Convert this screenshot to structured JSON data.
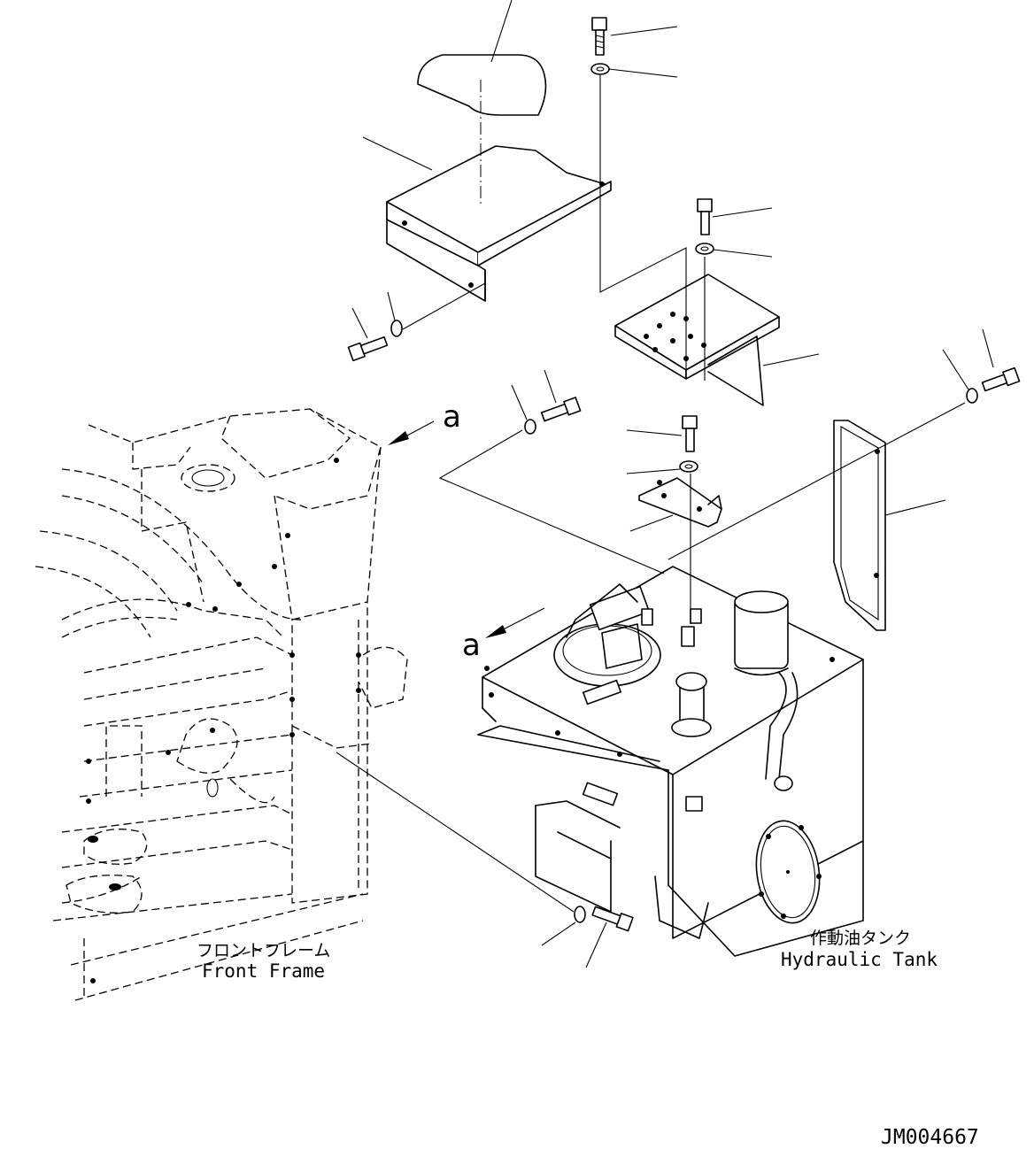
{
  "labels": {
    "view_marker_top": "a",
    "view_marker_mid": "a",
    "front_frame_jp": "フロントフレーム",
    "front_frame_en": "Front Frame",
    "tank_jp": "作動油タンク",
    "tank_en": "Hydraulic Tank",
    "drawing_number": "JM004667"
  }
}
